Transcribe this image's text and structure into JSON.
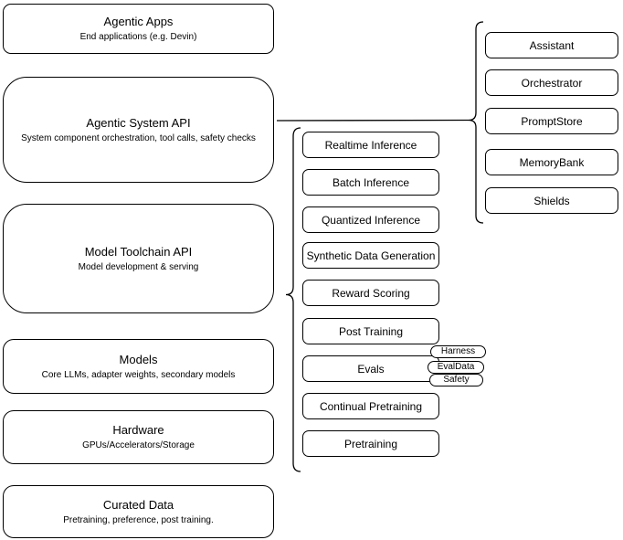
{
  "colors": {
    "stroke": "#000000",
    "background": "#ffffff",
    "text": "#000000"
  },
  "stack": [
    {
      "title": "Agentic Apps",
      "subtitle": "End applications (e.g. Devin)"
    },
    {
      "title": "Agentic System API",
      "subtitle": "System component orchestration, tool calls, safety checks"
    },
    {
      "title": "Model Toolchain API",
      "subtitle": "Model development & serving"
    },
    {
      "title": "Models",
      "subtitle": "Core LLMs, adapter weights, secondary models"
    },
    {
      "title": "Hardware",
      "subtitle": "GPUs/Accelerators/Storage"
    },
    {
      "title": "Curated Data",
      "subtitle": "Pretraining, preference, post training."
    }
  ],
  "toolchain": {
    "items": [
      "Realtime Inference",
      "Batch Inference",
      "Quantized Inference",
      "Synthetic Data Generation",
      "Reward Scoring",
      "Post Training",
      "Evals",
      "Continual Pretraining",
      "Pretraining"
    ]
  },
  "eval_tags": [
    "Harness",
    "EvalData",
    "Safety"
  ],
  "system_components": [
    "Assistant",
    "Orchestrator",
    "PromptStore",
    "MemoryBank",
    "Shields"
  ]
}
